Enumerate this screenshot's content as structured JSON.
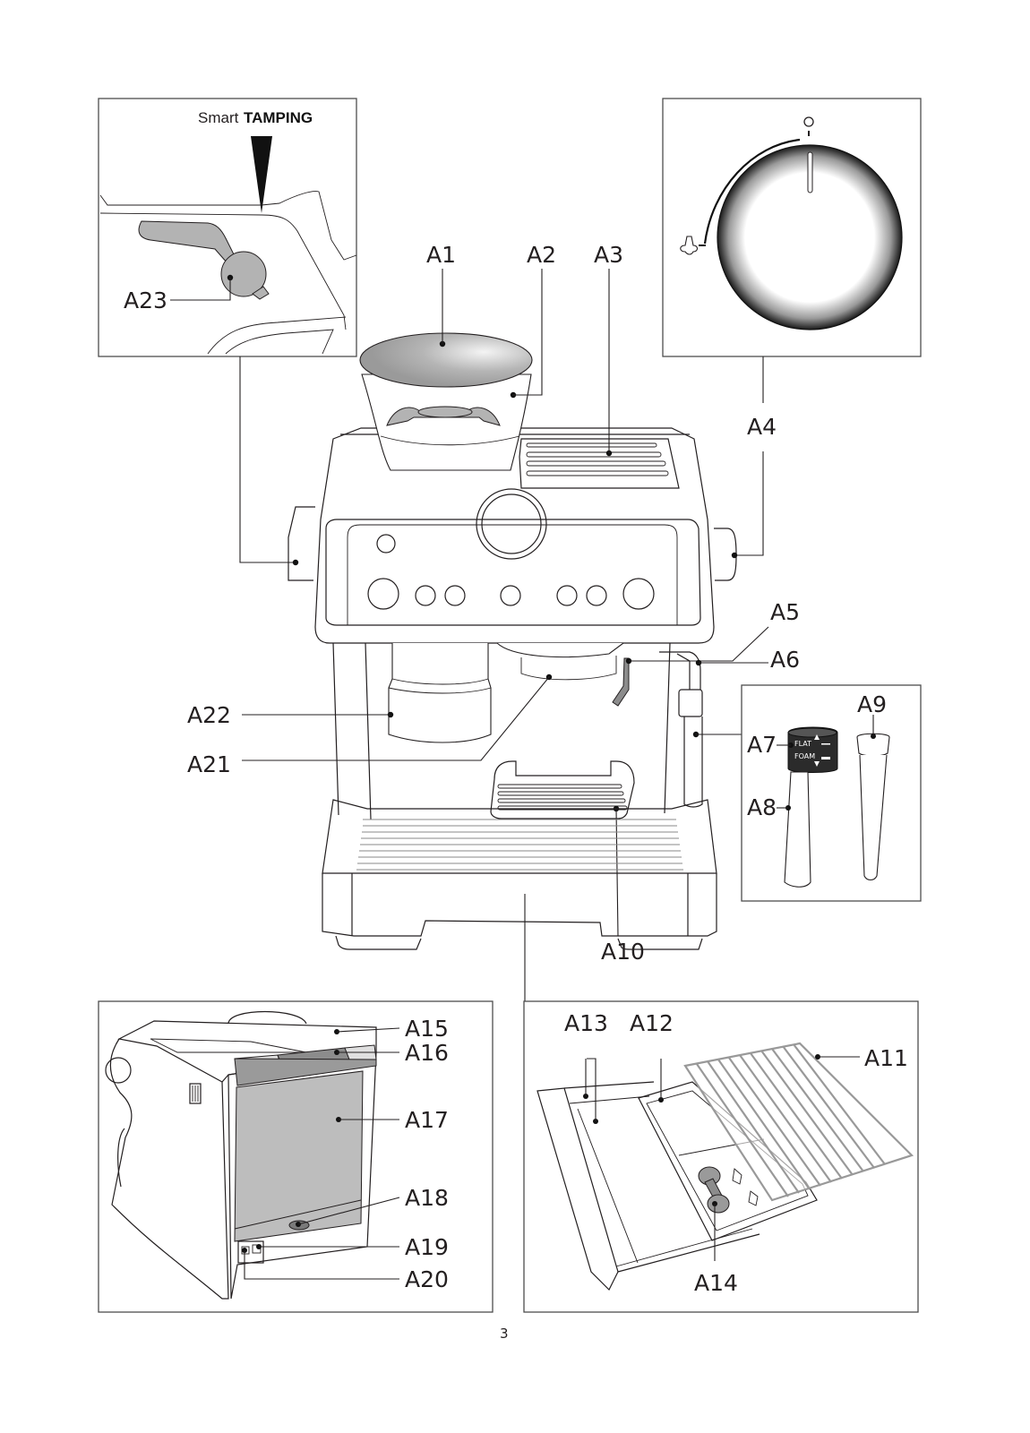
{
  "page": {
    "number": "3",
    "smart_tamping": {
      "prefix": "Smart",
      "emphasis": "TAMPING"
    }
  },
  "callouts": {
    "A1": "A1",
    "A2": "A2",
    "A3": "A3",
    "A4": "A4",
    "A5": "A5",
    "A6": "A6",
    "A7": "A7",
    "A8": "A8",
    "A9": "A9",
    "A10": "A10",
    "A11": "A11",
    "A12": "A12",
    "A13": "A13",
    "A14": "A14",
    "A15": "A15",
    "A16": "A16",
    "A17": "A17",
    "A18": "A18",
    "A19": "A19",
    "A20": "A20",
    "A21": "A21",
    "A22": "A22",
    "A23": "A23"
  },
  "steam_knob": {
    "off_symbol": "O",
    "steam_symbol": "steam-icon"
  },
  "frothing_ring": {
    "upper_text": "FLAT",
    "lower_text": "FOAM"
  },
  "panels": [
    "smart-tamping-detail",
    "steam-knob-detail",
    "frothing-accessories",
    "rear-view",
    "drip-tray-exploded"
  ]
}
